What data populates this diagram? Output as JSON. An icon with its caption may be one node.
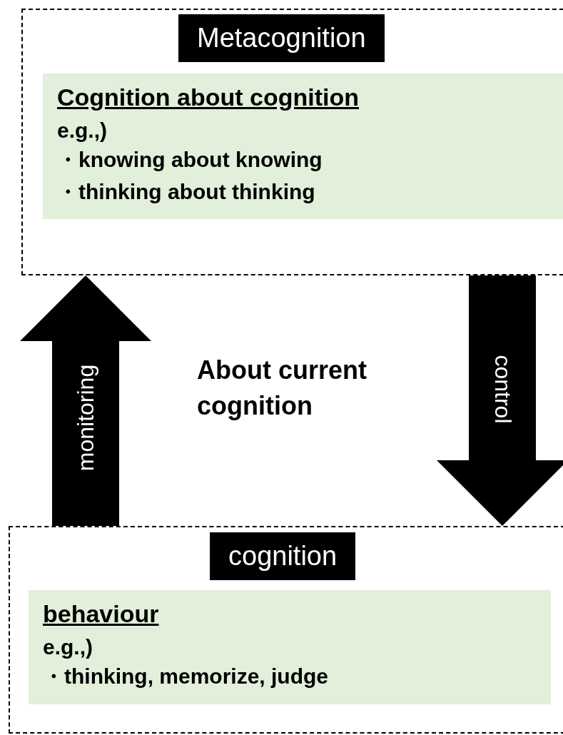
{
  "diagram": {
    "nodes": [
      {
        "text": [
          "Metacognition"
        ]
      },
      {
        "text": [
          "Cognition about cognition",
          "e.g.,)",
          "・knowing about knowing",
          "・thinking about thinking"
        ],
        "in": 0
      },
      {
        "text": [
          "cognition"
        ]
      },
      {
        "text": [
          "behaviour",
          "e.g.,)",
          "・thinking, memorize, judge"
        ],
        "in": 2
      }
    ],
    "edges": [
      {
        "from": 2,
        "to": 0,
        "arrow": "to",
        "label": "monitoring"
      },
      {
        "from": 0,
        "to": 2,
        "arrow": "to",
        "label": "control"
      }
    ],
    "labels": [
      "About current cognition"
    ]
  }
}
